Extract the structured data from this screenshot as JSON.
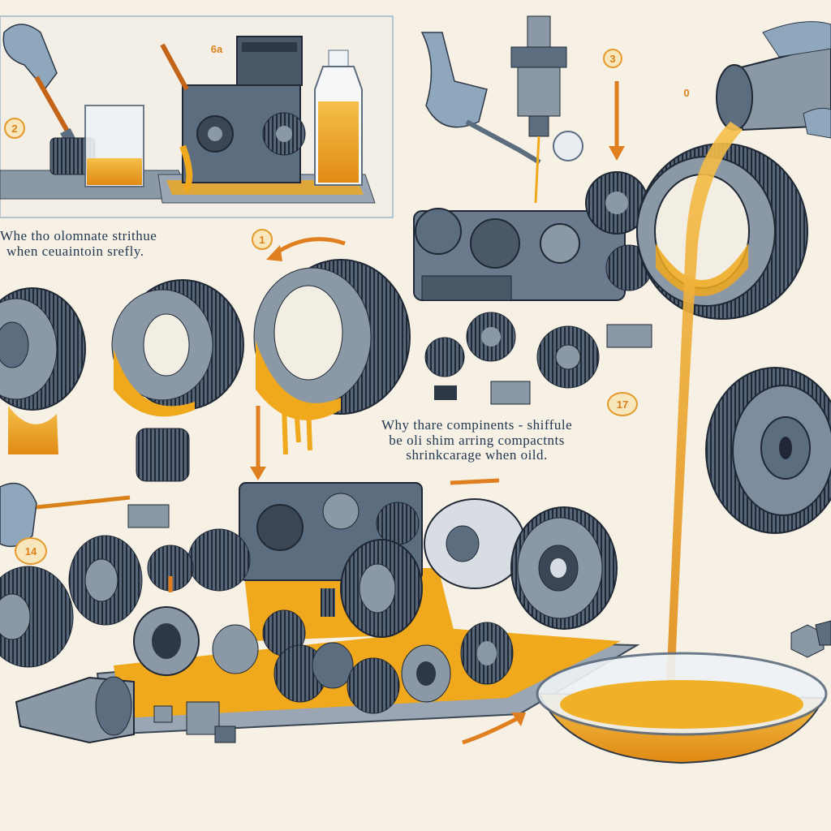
{
  "captions": {
    "top_line1": "Whe tho olomnate strithue",
    "top_line2": "when ceuaintoin srefly.",
    "mid_line1": "Why thare compinents - shiffule",
    "mid_line2": "be oli shim arring compactnts",
    "mid_line3": "shrinkcarage when oild."
  },
  "steps": {
    "s2": "2",
    "s_top": "6a",
    "s3": "3",
    "s0": "0",
    "s1": "1",
    "s17": "17",
    "s14": "14"
  },
  "colors": {
    "background": "#f6f1e4",
    "oil": "#f0a81c",
    "metal": "#5d6d80",
    "metal_dark": "#2d3846",
    "ink": "#1f3550",
    "arrow": "#e07f1f"
  },
  "icons": [
    "hand-icon",
    "oil-bottle-icon",
    "gear-icon",
    "arrow-icon",
    "bowl-icon",
    "brush-icon"
  ]
}
